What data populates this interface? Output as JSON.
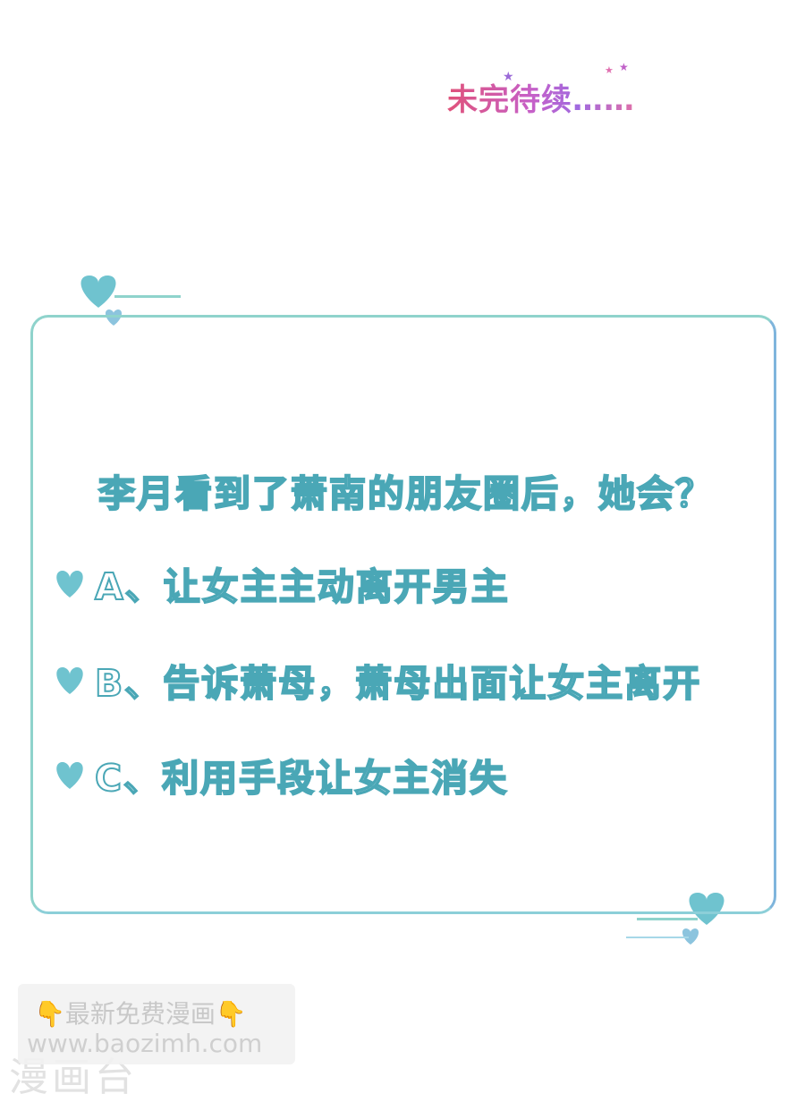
{
  "to_be_continued": "未完待续……",
  "quiz": {
    "question": "李月看到了萧南的朋友圈后，她会？",
    "options": [
      {
        "label": "A、让女主主动离开男主"
      },
      {
        "label": "B、告诉萧母，萧母出面让女主离开"
      },
      {
        "label": "C、利用手段让女主消失"
      }
    ]
  },
  "watermark": {
    "line1": "👇最新免费漫画👇",
    "line2": "www.baozimh.com",
    "bottom": "漫画台"
  },
  "colors": {
    "frame": "#8fd3cc",
    "heart": "#6fc3cf",
    "text_stroke": "#4aa7b6",
    "tbc_gradient": [
      "#e0527a",
      "#a06ae0"
    ]
  }
}
